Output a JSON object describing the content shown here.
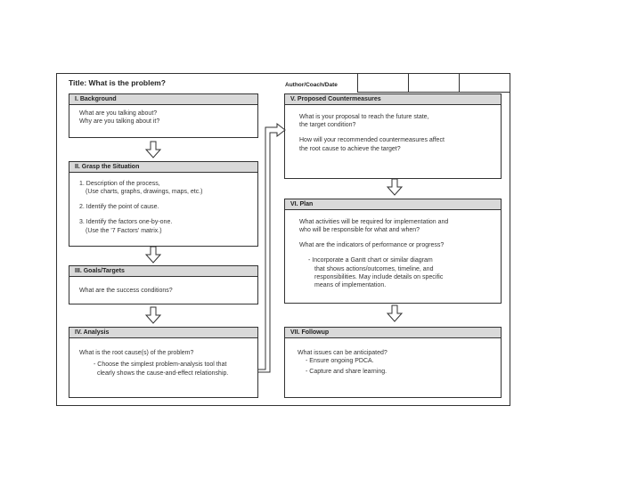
{
  "header": {
    "title": "Title: What is the problem?",
    "author_label": "Author/Coach/Date"
  },
  "sections": {
    "background": {
      "heading": "I. Background",
      "lines": [
        "What are you talking about?",
        "Why are you talking about it?"
      ]
    },
    "grasp": {
      "heading": "II. Grasp the Situation",
      "lines": [
        "1. Description of the process,",
        "(Use charts, graphs, drawings, maps, etc.)",
        "2. Identify the point of cause.",
        "3. Identify the factors one-by-one.",
        "(Use the '7 Factors' matrix.)"
      ]
    },
    "goals": {
      "heading": "III. Goals/Targets",
      "lines": [
        "What are the success conditions?"
      ]
    },
    "analysis": {
      "heading": "IV. Analysis",
      "lines": [
        "What is the root cause(s) of the problem?",
        "- Choose the simplest problem-analysis tool that",
        "clearly shows the cause-and-effect relationship."
      ]
    },
    "countermeasures": {
      "heading": "V. Proposed  Countermeasures",
      "lines": [
        "What is your proposal to reach the future state,",
        "the target condition?",
        "How will your recommended countermeasures affect",
        "the root cause to achieve the target?"
      ]
    },
    "plan": {
      "heading": "VI. Plan",
      "lines": [
        "What activities will be required for implementation and",
        "who will be responsible for what and when?",
        "What are the indicators of performance or progress?",
        "- Incorporate a Gantt chart or similar diagram",
        "that shows actions/outcomes, timeline, and",
        "responsibilities. May include details on specific",
        "means of implementation."
      ]
    },
    "followup": {
      "heading": "VII. Followup",
      "lines": [
        "What issues can be anticipated?",
        "- Ensure ongoing PDCA.",
        "- Capture and share learning."
      ]
    }
  }
}
